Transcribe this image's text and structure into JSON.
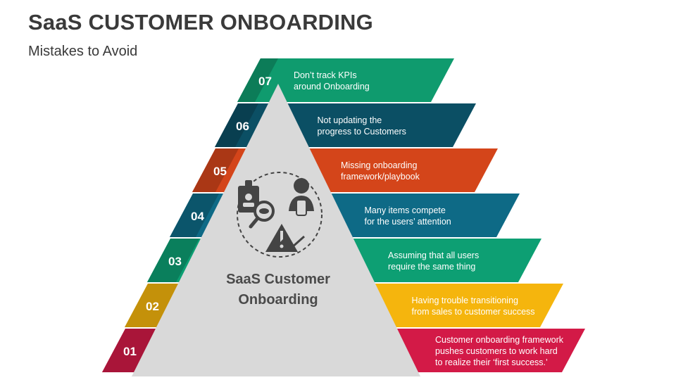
{
  "header": {
    "title": "SaaS CUSTOMER ONBOARDING",
    "subtitle": "Mistakes to Avoid"
  },
  "center": {
    "line1": "SaaS Customer",
    "line2": "Onboarding",
    "icon": "onboarding-people-search-warning-icon"
  },
  "steps": [
    {
      "number": "07",
      "lines": [
        "Don’t track KPIs",
        "around Onboarding"
      ],
      "color": "#0f9b6e"
    },
    {
      "number": "06",
      "lines": [
        "Not updating the",
        "progress to Customers"
      ],
      "color": "#0b4f64"
    },
    {
      "number": "05",
      "lines": [
        "Missing onboarding",
        "framework/playbook"
      ],
      "color": "#d4451a"
    },
    {
      "number": "04",
      "lines": [
        "Many items compete",
        "for the users’ attention"
      ],
      "color": "#0e6a86"
    },
    {
      "number": "03",
      "lines": [
        "Assuming that all users",
        "require the same thing"
      ],
      "color": "#0d9f73"
    },
    {
      "number": "02",
      "lines": [
        "Having trouble transitioning",
        "from sales to customer success"
      ],
      "color": "#f5b50d"
    },
    {
      "number": "01",
      "lines": [
        "Customer onboarding framework",
        "pushes customers to work hard",
        "to realize their ‘first success.’"
      ],
      "color": "#d31a47"
    }
  ]
}
